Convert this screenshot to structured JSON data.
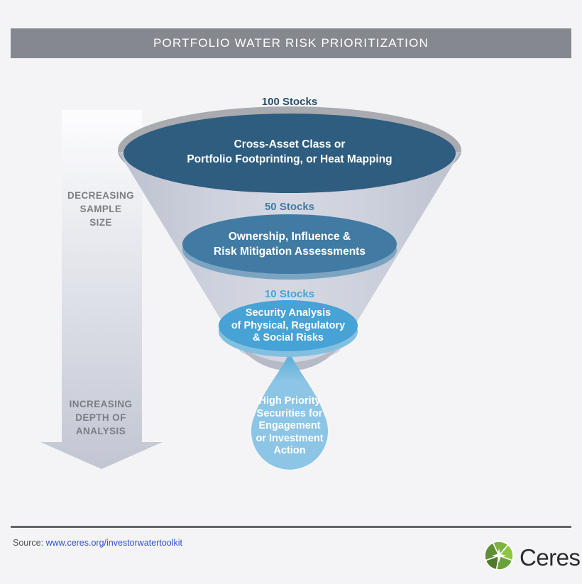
{
  "header": {
    "title": "PORTFOLIO WATER RISK PRIORITIZATION"
  },
  "left_arrow": {
    "top_label": "DECREASING\nSAMPLE\nSIZE",
    "bottom_label": "INCREASING\nDEPTH OF\nANALYSIS"
  },
  "funnel": {
    "stages": [
      {
        "count_label": "100 Stocks",
        "description": "Cross-Asset Class or\nPortfolio Footprinting, or Heat Mapping",
        "fill": "#2e5d80"
      },
      {
        "count_label": "50 Stocks",
        "description": "Ownership, Influence &\nRisk Mitigation Assessments",
        "fill": "#417ba3"
      },
      {
        "count_label": "10 Stocks",
        "description": "Security Analysis\nof Physical, Regulatory\n& Social Risks",
        "fill": "#47a2d5"
      }
    ],
    "droplet": {
      "description": "High Priority\nSecurities for\nEngagement\nor Investment\nAction",
      "fill": "#8cc5e5"
    }
  },
  "footer": {
    "source_label": "Source:",
    "source_link_text": "www.ceres.org/investorwatertoolkit",
    "brand_name": "Ceres"
  },
  "colors": {
    "background": "#f4f4f6",
    "header_bar": "#85888f",
    "funnel_body": "#cdd1dc",
    "funnel_rim": "#a9abb0",
    "stage1_label_text": "#2d4d6d",
    "stage2_label_text": "#417ba3",
    "stage3_label_text": "#47a2d5",
    "droplet_tip": "#55abd8",
    "arrow_text": "#7b7e83",
    "source_link_blue": "#2f50d0",
    "logo_green_light": "#8dc63f",
    "logo_green_dark": "#4d7a2b"
  }
}
